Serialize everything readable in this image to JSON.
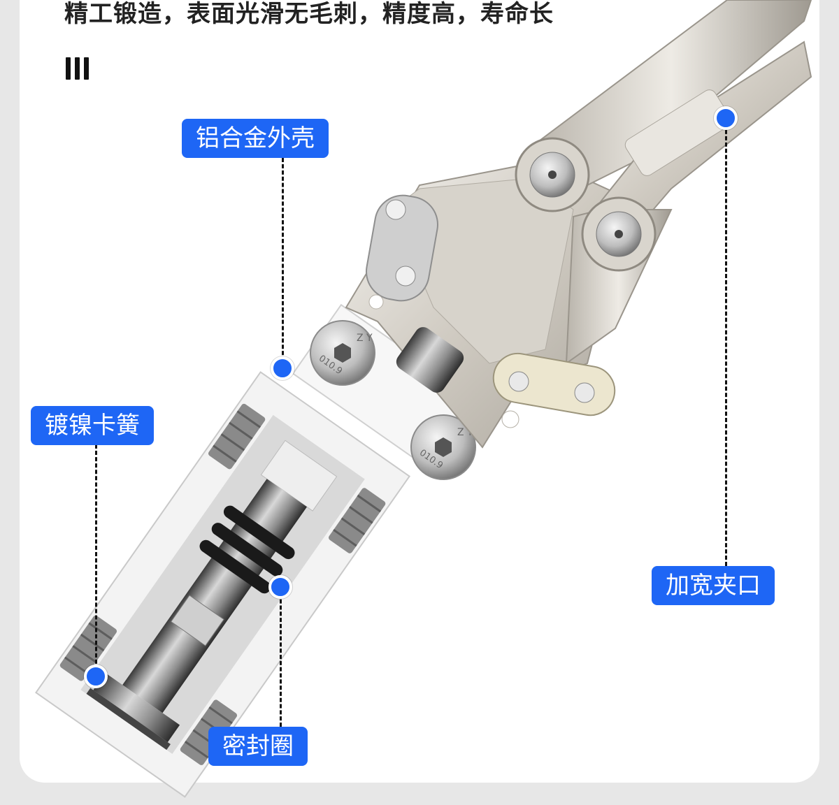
{
  "headline": "精工锻造，表面光滑无毛刺，精度高，寿命长",
  "callouts": {
    "shell": "铝合金外壳",
    "clip": "镀镍卡簧",
    "jaw": "加宽夹口",
    "seal": "密封圈"
  },
  "screw_marks": {
    "top": "Z Y",
    "bottom": "010.9"
  },
  "colors": {
    "accent": "#1e66f5",
    "page": "#e7e7e7",
    "card": "#ffffff"
  }
}
